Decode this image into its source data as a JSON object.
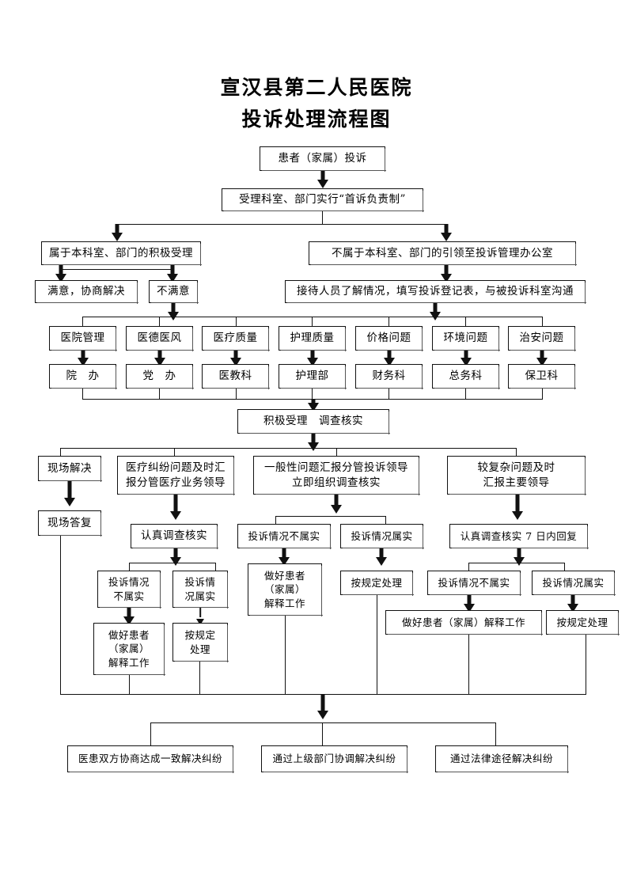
{
  "document": {
    "title_line1": "宣汉县第二人民医院",
    "title_line2": "投诉处理流程图"
  },
  "flow": {
    "start": "患者（家属）投诉",
    "intake": "受理科室、部门实行“首诉负责制”",
    "branch_own": "属于本科室、部门的积极受理",
    "branch_other": "不属于本科室、部门的引领至投诉管理办公室",
    "satisfied": "满意，协商解决",
    "unsatisfied": "不满意",
    "reception": "接待人员了解情况，填写投诉登记表，与被投诉科室沟通",
    "categories": [
      "医院管理",
      "医德医风",
      "医疗质量",
      "护理质量",
      "价格问题",
      "环境问题",
      "治安问题"
    ],
    "departments": [
      "院　办",
      "党　办",
      "医教科",
      "护理部",
      "财务科",
      "总务科",
      "保卫科"
    ],
    "accept_investigate": "积极受理　调查核实",
    "paths": {
      "onsite_solve": "现场解决",
      "onsite_reply": "现场答复",
      "dispute_report": "医疗纠纷问题及时汇\n报分管医疗业务领导",
      "general_report": "一般性问题汇报分管投诉领导\n立即组织调查核实",
      "complex_report": "较复杂问题及时\n汇报主要领导"
    },
    "investigate_serious": "认真调查核实",
    "investigate_7day": "认真调查核实 7 日内回复",
    "verdicts": {
      "unfounded_narrow": "投诉情况\n不属实",
      "founded_narrow": "投诉情\n况属实",
      "unfounded": "投诉情况不属实",
      "founded": "投诉情况属实"
    },
    "actions": {
      "explain_narrow": "做好患者\n（家属）\n解释工作",
      "process_narrow": "按规定\n处理",
      "explain_mid": "做好患者\n（家属）\n解释工作",
      "process": "按规定处理",
      "explain_wide": "做好患者（家属）解释工作"
    },
    "outcomes": [
      "医患双方协商达成一致解决纠纷",
      "通过上级部门协调解决纠纷",
      "通过法律途径解决纠纷"
    ]
  },
  "style": {
    "line_color": "#111111",
    "background": "#ffffff"
  }
}
